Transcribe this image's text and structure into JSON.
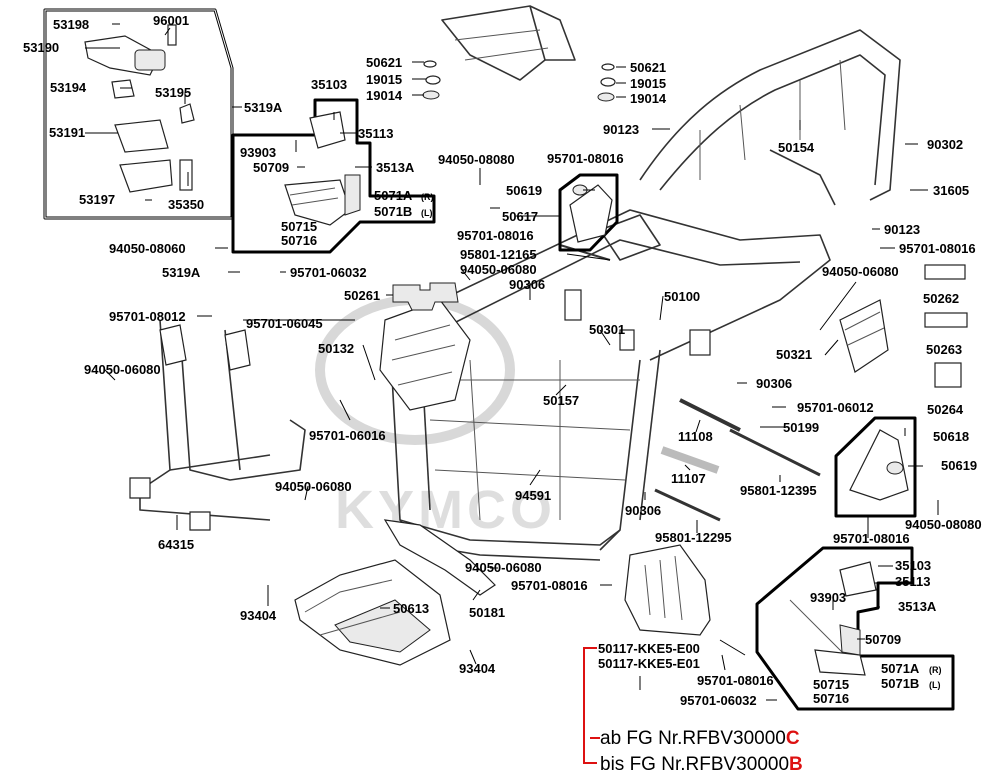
{
  "watermark": "KYMCO",
  "labels": {
    "l53198": "53198",
    "l96001": "96001",
    "l53190": "53190",
    "l53194": "53194",
    "l53195": "53195",
    "l53191": "53191",
    "l53197": "53197",
    "l35350": "35350",
    "l5319A_top": "5319A",
    "l35103_top": "35103",
    "l35113_top": "35113",
    "l93903_top": "93903",
    "l50709_top": "50709",
    "l3513A_top": "3513A",
    "l5071A_top": "5071A",
    "l5071B_top": "5071B",
    "lR_top": "(R)",
    "lL_top": "(L)",
    "l50715_top": "50715",
    "l50716_top": "50716",
    "l50621_l": "50621",
    "l19015_l": "19015",
    "l19014_l": "19014",
    "l50621_r": "50621",
    "l19015_r": "19015",
    "l19014_r": "19014",
    "l90123_a": "90123",
    "l50154": "50154",
    "l90302": "90302",
    "l94050_08080_a": "94050-08080",
    "l95701_08016_a": "95701-08016",
    "l50619_a": "50619",
    "l50617": "50617",
    "l95701_08016_b": "95701-08016",
    "l31605": "31605",
    "l90123_b": "90123",
    "l95701_08016_c": "95701-08016",
    "l94050_08060": "94050-08060",
    "l5319A_mid": "5319A",
    "l95701_06032_a": "95701-06032",
    "l95801_12165": "95801-12165",
    "l94050_06080_a": "94050-06080",
    "l50261": "50261",
    "l90306_a": "90306",
    "l50100": "50100",
    "l94050_06080_b": "94050-06080",
    "l50262": "50262",
    "l95701_08012": "95701-08012",
    "l95701_06045": "95701-06045",
    "l50301": "50301",
    "l50263": "50263",
    "l50321": "50321",
    "l50132": "50132",
    "l94050_06080_c": "94050-06080",
    "l90306_b": "90306",
    "l50157": "50157",
    "l95701_06012": "95701-06012",
    "l50264": "50264",
    "l95701_06016": "95701-06016",
    "l11108": "11108",
    "l50199": "50199",
    "l50618": "50618",
    "l11107": "11107",
    "l50619_b": "50619",
    "l94591": "94591",
    "l95801_12395": "95801-12395",
    "l94050_06080_d": "94050-06080",
    "l90306_c": "90306",
    "l95701_08016_d": "95701-08016",
    "l94050_08080_b": "94050-08080",
    "l64315": "64315",
    "l95801_12295": "95801-12295",
    "l35103_bot": "35103",
    "l94050_06080_e": "94050-06080",
    "l35113_bot": "35113",
    "l95701_08016_e": "95701-08016",
    "l93903_bot": "93903",
    "l3513A_bot": "3513A",
    "l93404_a": "93404",
    "l50613": "50613",
    "l50181": "50181",
    "l50709_bot": "50709",
    "l50117_a": "50117-KKE5-E00",
    "l50117_b": "50117-KKE5-E01",
    "l93404_b": "93404",
    "l5071A_bot": "5071A",
    "lR_bot": "(R)",
    "l5071B_bot": "5071B",
    "lL_bot": "(L)",
    "l95701_08016_f": "95701-08016",
    "l50715_bot": "50715",
    "l50716_bot": "50716",
    "l95701_06032_b": "95701-06032"
  },
  "notes": {
    "ab_prefix": "ab FG Nr.RFBV30000",
    "ab_suffix": "C",
    "bis_prefix": "bis FG Nr.RFBV30000",
    "bis_suffix": "B"
  },
  "colors": {
    "note_accent": "#dd1111",
    "bracket": "#dd1111",
    "ink": "#000000"
  }
}
